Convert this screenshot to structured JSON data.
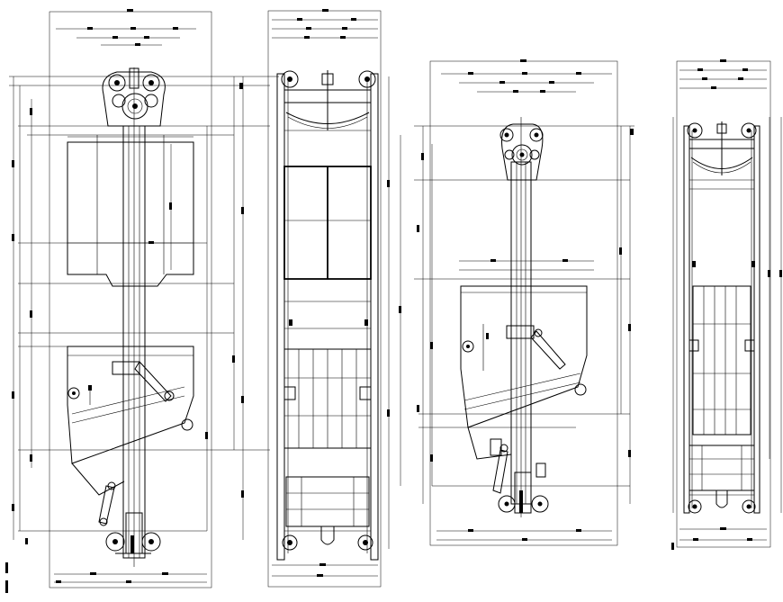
{
  "drawing": {
    "views": [
      {
        "name": "side-view-large"
      },
      {
        "name": "front-view-large"
      },
      {
        "name": "side-view-small"
      },
      {
        "name": "front-view-small"
      }
    ]
  }
}
